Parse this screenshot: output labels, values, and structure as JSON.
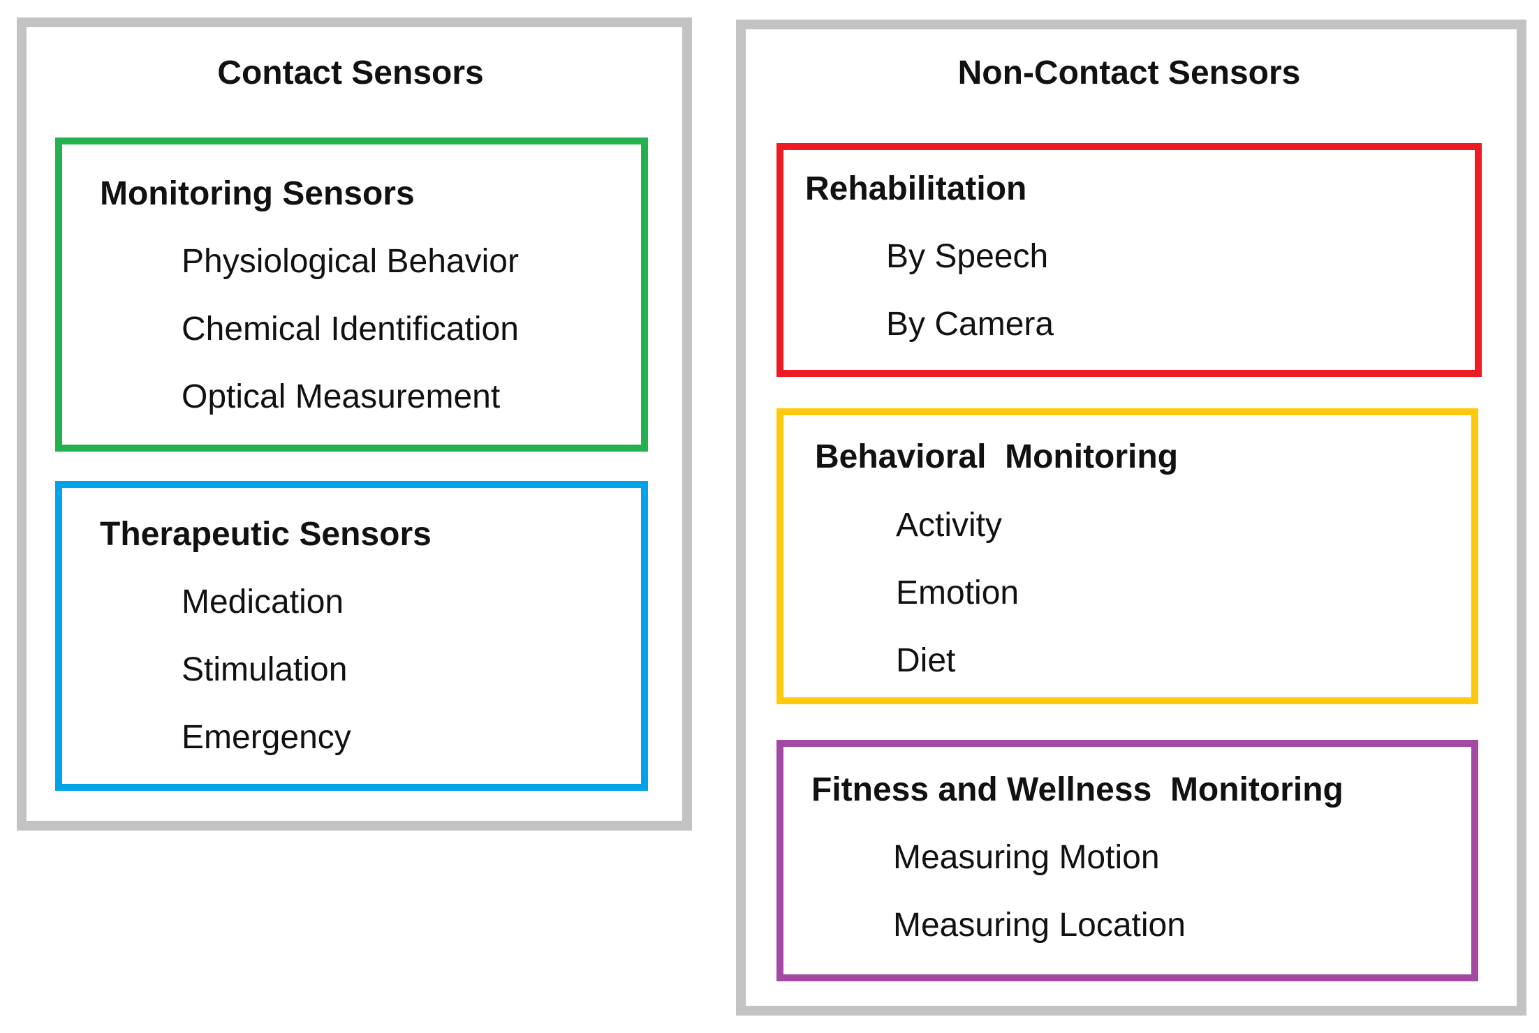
{
  "colors": {
    "outer": "#c3c3c3",
    "monitoring": "#22b14c",
    "therapeutic": "#00a2e8",
    "rehabilitation": "#ed1c24",
    "behavioral": "#ffc90e",
    "fitness": "#a349a4"
  },
  "contact": {
    "title": "Contact Sensors",
    "groups": [
      {
        "title": "Monitoring Sensors",
        "items": [
          "Physiological Behavior",
          "Chemical Identification",
          "Optical Measurement"
        ]
      },
      {
        "title": "Therapeutic Sensors",
        "items": [
          "Medication",
          "Stimulation",
          "Emergency"
        ]
      }
    ]
  },
  "noncontact": {
    "title": "Non-Contact Sensors",
    "groups": [
      {
        "title": "Rehabilitation",
        "items": [
          "By Speech",
          "By Camera"
        ]
      },
      {
        "title": "Behavioral  Monitoring",
        "items": [
          "Activity",
          "Emotion",
          "Diet"
        ]
      },
      {
        "title": "Fitness and Wellness  Monitoring",
        "items": [
          "Measuring Motion",
          "Measuring Location"
        ]
      }
    ]
  }
}
